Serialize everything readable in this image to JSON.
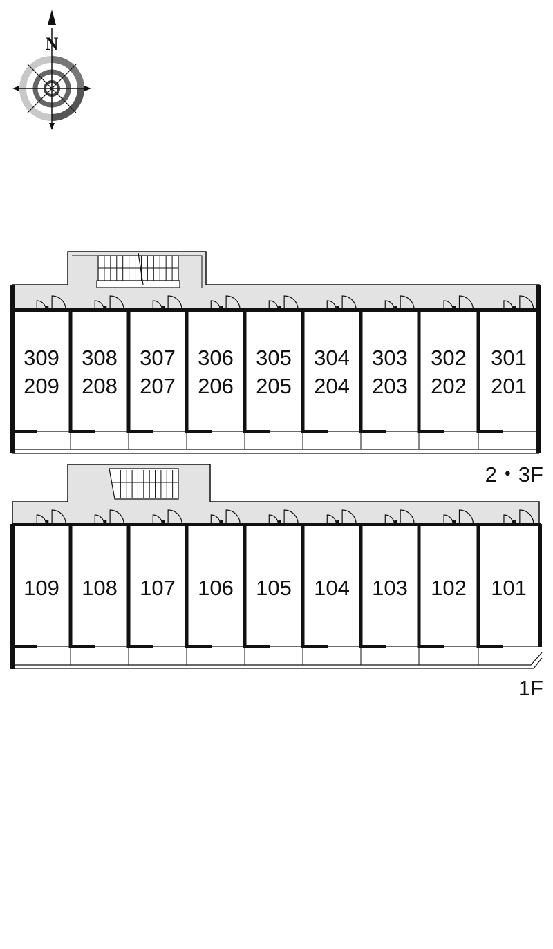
{
  "compass": {
    "north_label": "N"
  },
  "upper_block": {
    "floor_label": "2・3F",
    "units": [
      {
        "top": "309",
        "bottom": "209"
      },
      {
        "top": "308",
        "bottom": "208"
      },
      {
        "top": "307",
        "bottom": "207"
      },
      {
        "top": "306",
        "bottom": "206"
      },
      {
        "top": "305",
        "bottom": "205"
      },
      {
        "top": "304",
        "bottom": "204"
      },
      {
        "top": "303",
        "bottom": "203"
      },
      {
        "top": "302",
        "bottom": "202"
      },
      {
        "top": "301",
        "bottom": "201"
      }
    ]
  },
  "lower_block": {
    "floor_label": "1F",
    "units": [
      "109",
      "108",
      "107",
      "106",
      "105",
      "104",
      "103",
      "102",
      "101"
    ]
  },
  "colors": {
    "corridor": "#e3e3e3",
    "wall": "#111111",
    "background": "#ffffff"
  }
}
